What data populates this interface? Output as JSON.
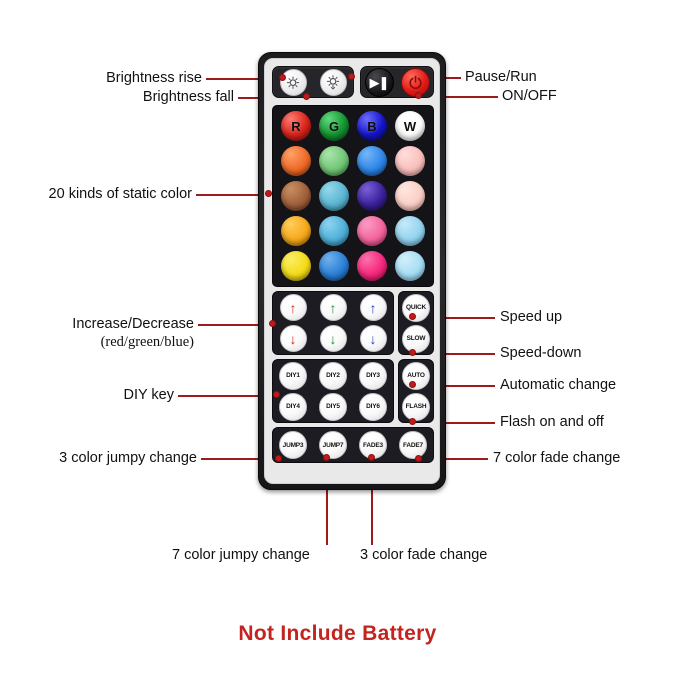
{
  "remote": {
    "top_buttons": [
      {
        "name": "brightness-rise",
        "type": "brightness",
        "glyph": "☼"
      },
      {
        "name": "brightness-fall",
        "type": "brightness",
        "glyph": "☼"
      },
      {
        "name": "pause-run",
        "type": "play",
        "glyph": "▶❚"
      },
      {
        "name": "on-off",
        "type": "power",
        "glyph": "⏻"
      }
    ],
    "color_grid": {
      "rows": [
        [
          {
            "label": "R",
            "color": "#d8231b"
          },
          {
            "label": "G",
            "color": "#149431"
          },
          {
            "label": "B",
            "color": "#1414c8"
          },
          {
            "label": "W",
            "color": "#fcfcfc"
          }
        ],
        [
          {
            "label": "",
            "color": "#ef6a28"
          },
          {
            "label": "",
            "color": "#72c777"
          },
          {
            "label": "",
            "color": "#2f86e8"
          },
          {
            "label": "",
            "color": "#f9c0bd"
          }
        ],
        [
          {
            "label": "",
            "color": "#a0603a"
          },
          {
            "label": "",
            "color": "#5bb6d2"
          },
          {
            "label": "",
            "color": "#3a219a"
          },
          {
            "label": "",
            "color": "#fbcfc7"
          }
        ],
        [
          {
            "label": "",
            "color": "#f5a81c"
          },
          {
            "label": "",
            "color": "#4fb1d8"
          },
          {
            "label": "",
            "color": "#f4659e"
          },
          {
            "label": "",
            "color": "#93d4ef"
          }
        ],
        [
          {
            "label": "",
            "color": "#f4db19"
          },
          {
            "label": "",
            "color": "#2b7fd6"
          },
          {
            "label": "",
            "color": "#f6277e"
          },
          {
            "label": "",
            "color": "#a5dff4"
          }
        ]
      ]
    },
    "arrows": [
      {
        "name": "red-up",
        "glyph": "↑",
        "color": "#d8231b"
      },
      {
        "name": "green-up",
        "glyph": "↑",
        "color": "#149431"
      },
      {
        "name": "blue-up",
        "glyph": "↑",
        "color": "#1a3fc4"
      },
      {
        "name": "red-down",
        "glyph": "↓",
        "color": "#d8231b"
      },
      {
        "name": "green-down",
        "glyph": "↓",
        "color": "#149431"
      },
      {
        "name": "blue-down",
        "glyph": "↓",
        "color": "#1a3fc4"
      }
    ],
    "speed_buttons": [
      {
        "name": "quick",
        "label": "QUICK"
      },
      {
        "name": "slow",
        "label": "SLOW"
      }
    ],
    "mode_buttons": [
      {
        "name": "auto",
        "label": "AUTO"
      },
      {
        "name": "flash",
        "label": "FLASH"
      }
    ],
    "diy_buttons": [
      {
        "name": "diy1",
        "label": "DIY1"
      },
      {
        "name": "diy2",
        "label": "DIY2"
      },
      {
        "name": "diy3",
        "label": "DIY3"
      },
      {
        "name": "diy4",
        "label": "DIY4"
      },
      {
        "name": "diy5",
        "label": "DIY5"
      },
      {
        "name": "diy6",
        "label": "DIY6"
      }
    ],
    "bottom_buttons": [
      {
        "name": "jump3",
        "label": "JUMP3"
      },
      {
        "name": "jump7",
        "label": "JUMP7"
      },
      {
        "name": "fade3",
        "label": "FADE3"
      },
      {
        "name": "fade7",
        "label": "FADE7"
      }
    ]
  },
  "annotations": {
    "left": [
      {
        "name": "brightness-rise",
        "text": "Brightness rise"
      },
      {
        "name": "brightness-fall",
        "text": "Brightness fall"
      },
      {
        "name": "static-color",
        "text": "20 kinds of static color"
      },
      {
        "name": "increase-decrease",
        "text": "Increase/Decrease"
      },
      {
        "name": "increase-decrease-sub",
        "text": "(red/green/blue)"
      },
      {
        "name": "diy-key",
        "text": "DIY key"
      },
      {
        "name": "three-color-jumpy",
        "text": "3 color jumpy change"
      }
    ],
    "right": [
      {
        "name": "pause-run",
        "text": "Pause/Run"
      },
      {
        "name": "on-off",
        "text": "ON/OFF"
      },
      {
        "name": "speed-up",
        "text": "Speed up"
      },
      {
        "name": "speed-down",
        "text": "Speed-down"
      },
      {
        "name": "automatic-change",
        "text": "Automatic change"
      },
      {
        "name": "flash-on-off",
        "text": "Flash on and off"
      },
      {
        "name": "seven-color-fade",
        "text": "7 color fade change"
      }
    ],
    "bottom": [
      {
        "name": "seven-color-jumpy",
        "text": "7 color jumpy change"
      },
      {
        "name": "three-color-fade",
        "text": "3 color fade change"
      }
    ]
  },
  "footer": {
    "note": "Not Include Battery"
  },
  "colors": {
    "annotation_line": "#9e1b1b",
    "annotation_dot": "#c21a1a",
    "footer_text": "#c3241f"
  }
}
